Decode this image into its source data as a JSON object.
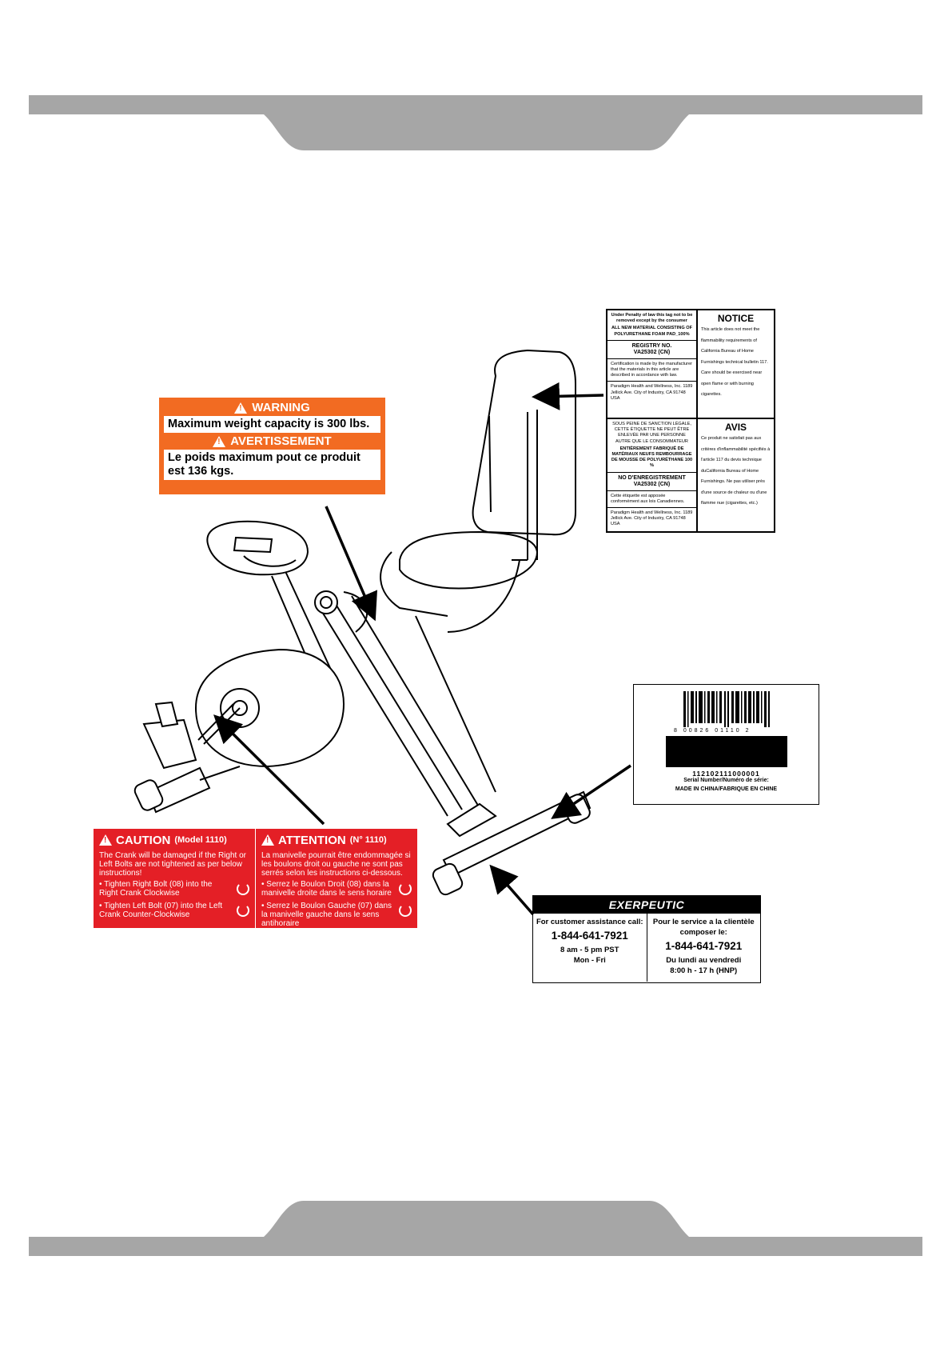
{
  "colors": {
    "band": "#a6a6a6",
    "warning_orange": "#f26b22",
    "caution_red": "#e41f26"
  },
  "warning_label": {
    "heading_en": "WARNING",
    "text_en": "Maximum weight capacity is 300 lbs.",
    "heading_fr": "AVERTISSEMENT",
    "text_fr": "Le poids maximum pout ce produit est 136 kgs."
  },
  "notice_label": {
    "en_left_intro": "Under Penalty of law this tag not to be removed except by the consumer",
    "en_left_material": "ALL NEW MATERIAL CONSISTING OF POLYURETHANE FOAM PAD_100%",
    "en_registry_title": "REGISTRY NO.",
    "en_registry_value": "VA25302 (CN)",
    "en_certification": "Certification is made by the manufacturer that the materials in this article are described in accordance with law.",
    "en_address": "Paradigm Health and Wellness, Inc. 1189 Jellick Ave. City of Industry, CA 91748 USA",
    "notice_title": "NOTICE",
    "notice_text": "This article does not meet the flammability requirements of California Bureau of Home Furnishings technical bulletin 117. Care should be exercised near open flame or with burning cigarettes.",
    "fr_intro": "SOUS PEINE DE SANCTION LÉGALE, CETTE ÉTIQUETTE NE PEUT ÊTRE ENLEVÉE PAR UNE PERSONNE AUTRE QUE LE CONSOMMATEUR",
    "fr_material": "ENTIÈREMENT FABRIQUÉ DE MATÉRIAUX NEUFS REMBOURRAGE DE MOUSSE DE POLYURÉTHANE 100 %",
    "fr_registry_title": "NO D'ENREGISTREMENT",
    "fr_registry_value": "VA25302 (CN)",
    "fr_certification": "Cette étiquette est apposée conformément aux lois Canadiennes.",
    "fr_address": "Paradigm Health and Wellness, Inc. 1189 Jellick Ave. City of Industry, CA 91748 USA",
    "avis_title": "AVIS",
    "avis_text": "Ce produit ne satisfait pas aux critères d'inflammabilité spécifiés à l'article 117 du devis technique duCalifornia Bureau of Home Furnishings. Ne pas utiliser près d'une source de chaleur ou d'une flamme nue (cigarettes, etc.)"
  },
  "barcode_label": {
    "barcode_digits": "8   00826 01110   2",
    "serial_value": "112102111000001",
    "serial_caption": "Serial Number/Numéro de série:",
    "origin": "MADE IN CHINA/FABRIQUE EN CHINE"
  },
  "caution_label": {
    "heading_en": "CAUTION",
    "model_en": "(Model 1110)",
    "intro_en": "The Crank will be damaged if the Right or Left Bolts are not tightened as per below instructions!",
    "step1_en": "• Tighten Right Bolt (08) into the Right Crank Clockwise",
    "step2_en": "• Tighten Left Bolt (07) into the Left Crank Counter-Clockwise",
    "heading_fr": "ATTENTION",
    "model_fr": "(N° 1110)",
    "intro_fr": "La manivelle pourrait être endommagée si les boulons droit ou gauche ne sont pas serrés  selon les instructions ci-dessous.",
    "step1_fr": "• Serrez le Boulon Droit (08) dans la manivelle droite dans le sens horaire",
    "step2_fr": "• Serrez le Boulon Gauche (07) dans la manivelle gauche dans le sens antihoraire"
  },
  "contact_label": {
    "brand": "EXERPEUTIC",
    "en_line1": "For customer assistance call:",
    "en_phone": "1-844-641-7921",
    "en_hours": "8 am - 5 pm PST",
    "en_days": "Mon - Fri",
    "fr_line1": "Pour le service a la clientèle",
    "fr_line2": "composer le:",
    "fr_phone": "1-844-641-7921",
    "fr_days": "Du lundi au vendredi",
    "fr_hours": "8:00 h - 17 h (HNP)"
  }
}
